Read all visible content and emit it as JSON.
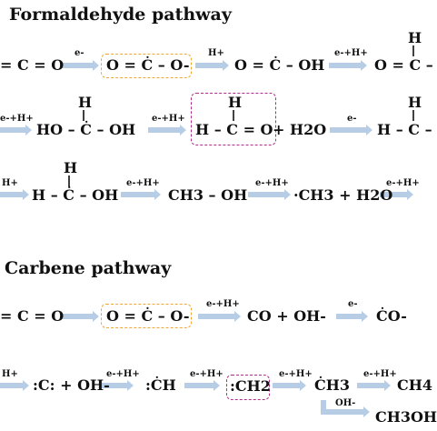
{
  "colors": {
    "arrow": "#b7cde6",
    "orange_box": "#f0a830",
    "magenta_box": "#b02d8c",
    "text": "#111111"
  },
  "headings": {
    "formaldehyde": "Formaldehyde pathway",
    "carbene": "Carbene pathway"
  },
  "formaldehyde": {
    "row1": {
      "co2": "= C = O",
      "a1": "e-",
      "radical_anion": "O = Ċ – O-",
      "a2": "H+",
      "formyl": "O = Ċ – OH",
      "a3": "e-+H+",
      "formic_tail_H": "H",
      "formic_tail": "O = C –"
    },
    "row2": {
      "a0": "e-+H+",
      "diol_H": "H",
      "diol": "HO – Ċ – OH",
      "a1": "e-+H+",
      "formald_H": "H",
      "formald": "H – C = O",
      "water": "+ H2O",
      "a2": "e-",
      "tail_H": "H",
      "tail": "H – C –"
    },
    "row3": {
      "a0": "H+",
      "methanol_rad_H": "H",
      "methanol_rad": "H – Ċ – OH",
      "a1": "e-+H+",
      "methanol": "CH3 – OH",
      "a2": "e-+H+",
      "methyl": "·CH3 + H2O",
      "a3": "e-+H+"
    }
  },
  "carbene": {
    "row1": {
      "co2": "= C = O",
      "radical_anion": "O = Ċ – O-",
      "a1": "e-+H+",
      "co_oh": "CO + OH-",
      "a2": "e-",
      "co_rad": "ĊO-"
    },
    "row2": {
      "a0": "H+",
      "carbon": ":C: + OH-",
      "a1": "e-+H+",
      "ch": ":ĊH",
      "a2": "e-+H+",
      "ch2": ":CH2",
      "a3": "e-+H+",
      "ch3": "ĊH3",
      "a4": "e-+H+",
      "ch4": "CH4",
      "oh_label": "OH-",
      "ch3oh": "CH3OH"
    }
  }
}
